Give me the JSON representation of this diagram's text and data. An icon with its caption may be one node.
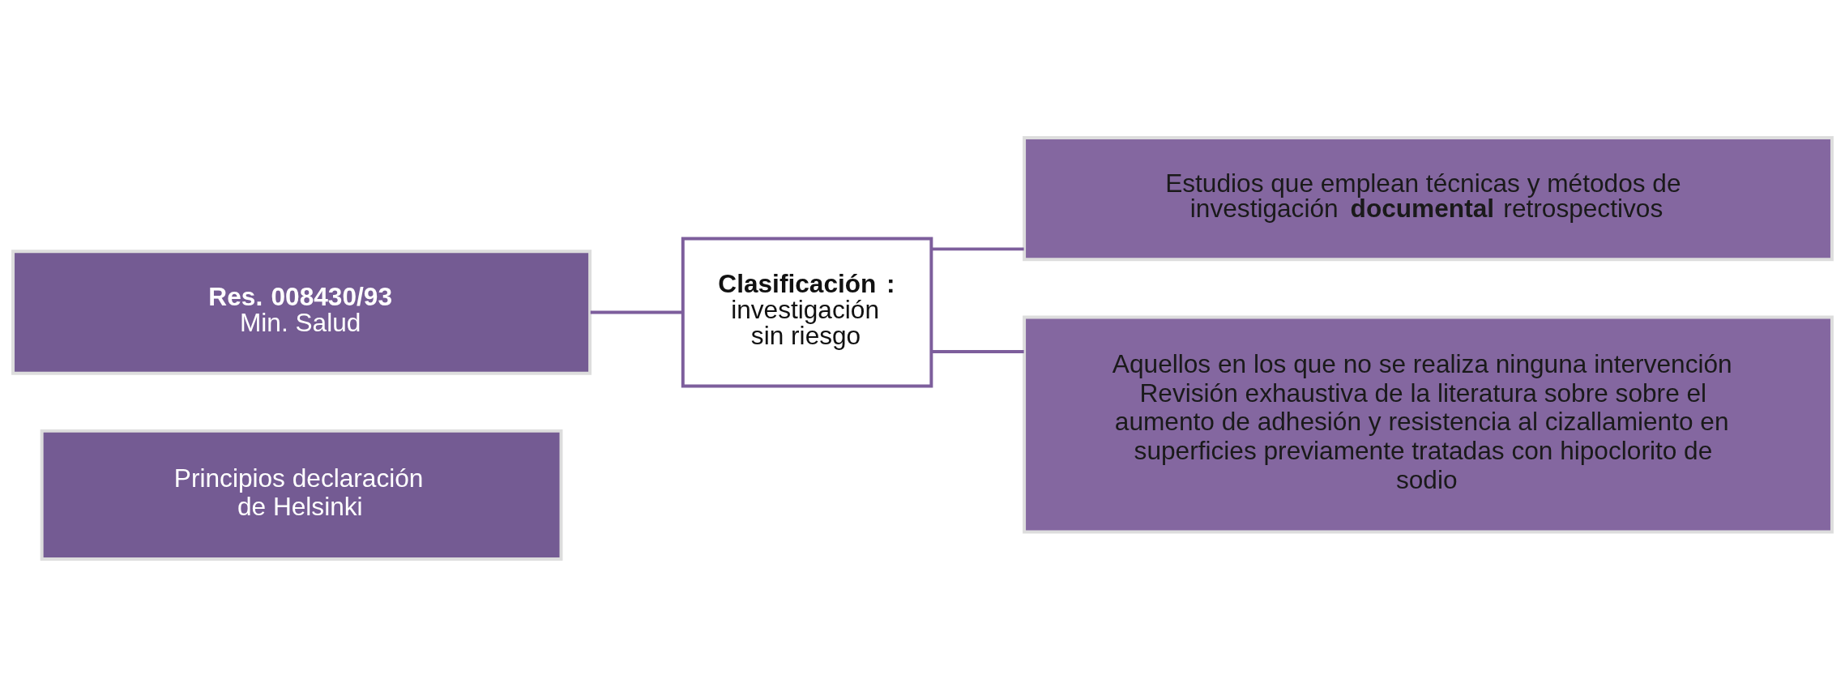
{
  "diagram": {
    "nodes": [
      {
        "text": [
          "Principios declaración de Helsinki"
        ]
      },
      {
        "text": [
          "Res. 008430/93",
          "Min. Salud"
        ]
      },
      {
        "text": [
          "**Clasificación :** investigación sin riesgo"
        ]
      },
      {
        "text": [
          "Estudios que emplean técnicas y métodos de investigación **documental** retrospectivos"
        ]
      },
      {
        "text": [
          "Aquellos en los que no se realiza ninguna intervención",
          "Revisión exhaustiva de la literatura sobre sobre el aumento de adhesión y resistencia al cizallamiento en superficies previamente tratadas con hipoclorito de sodio"
        ]
      }
    ],
    "edges": [
      {
        "from": 1,
        "to": 2,
        "arrow": "none"
      },
      {
        "from": 2,
        "to": 3,
        "arrow": "none"
      },
      {
        "from": 2,
        "to": 4,
        "arrow": "none"
      }
    ]
  }
}
